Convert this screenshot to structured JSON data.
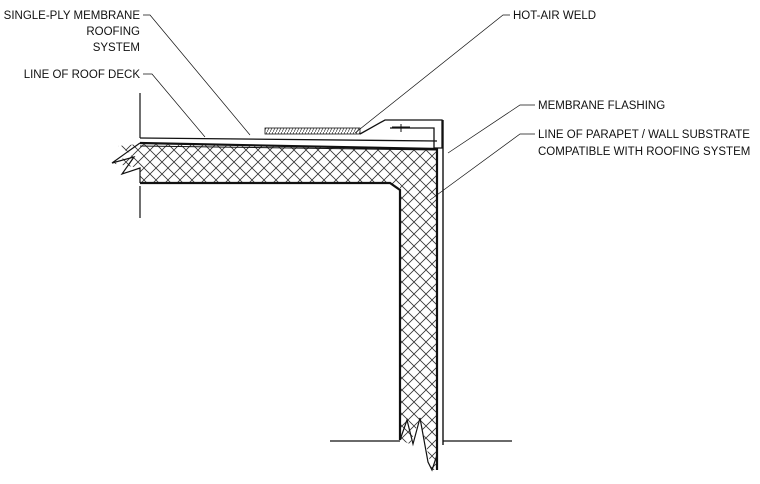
{
  "labels": {
    "single_ply": [
      "SINGLE-PLY MEMBRANE",
      "ROOFING",
      "SYSTEM"
    ],
    "roof_deck": "LINE OF ROOF DECK",
    "hot_air_weld": "HOT-AIR WELD",
    "membrane_flashing": "MEMBRANE FLASHING",
    "parapet": [
      "LINE OF PARAPET / WALL SUBSTRATE",
      "COMPATIBLE WITH ROOFING SYSTEM"
    ]
  },
  "colors": {
    "line": "#111111",
    "background": "#ffffff",
    "hatch": "#333333"
  }
}
